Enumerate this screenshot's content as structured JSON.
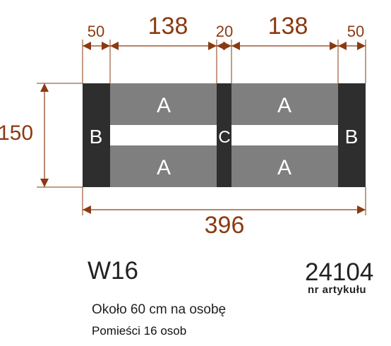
{
  "colors": {
    "dimension": "#8a3a12",
    "table_a": "#7f7f7f",
    "table_dark": "#2e2e2e",
    "label": "#ffffff"
  },
  "dimensions": {
    "top": [
      {
        "id": "b_left",
        "value": "50"
      },
      {
        "id": "a_left",
        "value": "138"
      },
      {
        "id": "c_mid",
        "value": "20"
      },
      {
        "id": "a_right",
        "value": "138"
      },
      {
        "id": "b_right",
        "value": "50"
      }
    ],
    "height": "150",
    "total_width": "396"
  },
  "segments": {
    "b_left": "B",
    "a_top_left": "A",
    "a_bottom_left": "A",
    "c_mid": "C",
    "a_top_right": "A",
    "a_bottom_right": "A",
    "b_right": "B"
  },
  "info": {
    "model": "W16",
    "article_number": "24104",
    "article_label": "nr artykułu",
    "per_person": "Około 60 cm na osobę",
    "capacity": "Pomieści 16 osob"
  }
}
